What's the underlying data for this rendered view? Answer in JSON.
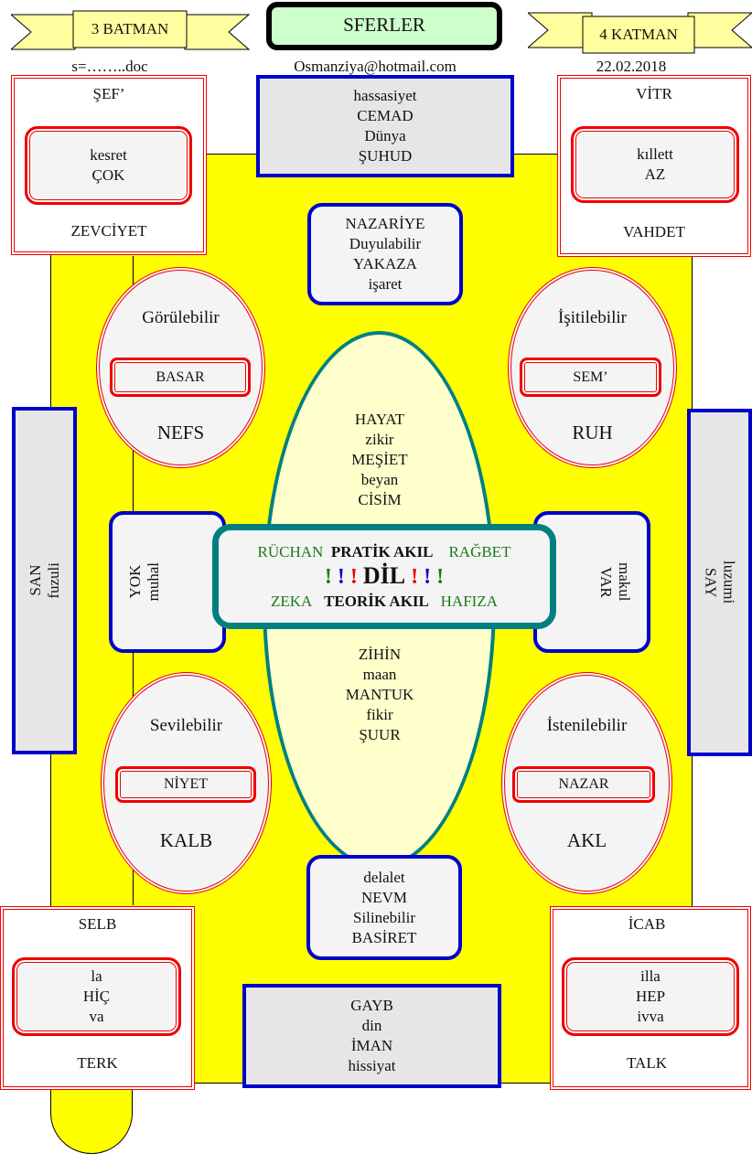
{
  "header": {
    "left_ribbon": "3 BATMAN",
    "title": "SFERLER",
    "right_ribbon": "4 KATMAN",
    "file": "s=……..doc",
    "email": "Osmanziya@hotmail.com",
    "date": "22.02.2018"
  },
  "top_left": {
    "top": "ŞEF’",
    "inner": [
      "kesret",
      "ÇOK"
    ],
    "bottom": "ZEVCİYET"
  },
  "top_center": [
    "hassasiyet",
    "CEMAD",
    "Dünya",
    "ŞUHUD"
  ],
  "top_right": {
    "top": "VİTR",
    "inner": [
      "kıllett",
      "AZ"
    ],
    "bottom": "VAHDET"
  },
  "nazariye": [
    "NAZARİYE",
    "Duyulabilir",
    "YAKAZA",
    "işaret"
  ],
  "ellipse_tl": {
    "top": "Görülebilir",
    "box": "BASAR",
    "bottom": "NEFS"
  },
  "ellipse_tr": {
    "top": "İşitilebilir",
    "box": "SEM’",
    "bottom": "RUH"
  },
  "ellipse_bl": {
    "top": "Sevilebilir",
    "box": "NİYET",
    "bottom": "KALB"
  },
  "ellipse_br": {
    "top": "İstenilebilir",
    "box": "NAZAR",
    "bottom": "AKL"
  },
  "center_top": [
    "HAYAT",
    "zikir",
    "MEŞİET",
    "beyan",
    "CİSİM"
  ],
  "center_bottom": [
    "ZİHİN",
    "maan",
    "MANTUK",
    "fikir",
    "ŞUUR"
  ],
  "center_box": {
    "r1_left": "RÜCHAN",
    "r1_mid": "PRATİK AKIL",
    "r1_right": "RAĞBET",
    "r2_word": "DİL",
    "excl": "!",
    "r3_left": "ZEKA",
    "r3_mid": "TEORİK AKIL",
    "r3_right": "HAFIZA"
  },
  "left_mid": [
    "YOK",
    "muhal"
  ],
  "right_mid": [
    "makul",
    "VAR"
  ],
  "left_side": [
    "SAN",
    "fuzuli"
  ],
  "right_side": [
    "luzumi",
    "SAY"
  ],
  "delalet": [
    "delalet",
    "NEVM",
    "Silinebilir",
    "BASİRET"
  ],
  "bottom_left": {
    "top": "SELB",
    "inner": [
      "la",
      "HİÇ",
      "va"
    ],
    "bottom": "TERK"
  },
  "bottom_center": [
    "GAYB",
    "din",
    "İMAN",
    "hissiyat"
  ],
  "bottom_right": {
    "top": "İCAB",
    "inner": [
      "illa",
      "HEP",
      "ivva"
    ],
    "bottom": "TALK"
  },
  "colors": {
    "yellow": "#ffff00",
    "red": "#ee0000",
    "blue": "#0000cc",
    "teal": "#008080",
    "green": "#1a7a1a"
  }
}
